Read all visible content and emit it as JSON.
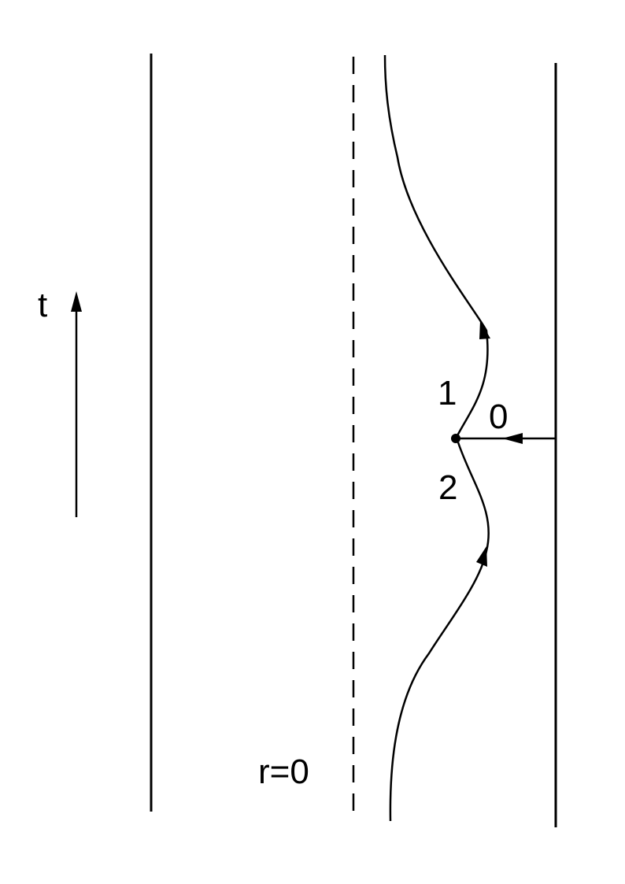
{
  "labels": {
    "time": "t",
    "origin": "r=0",
    "branch_1": "1",
    "branch_0": "0",
    "branch_2": "2"
  },
  "colors": {
    "ink": "#000000",
    "background": "#ffffff"
  }
}
